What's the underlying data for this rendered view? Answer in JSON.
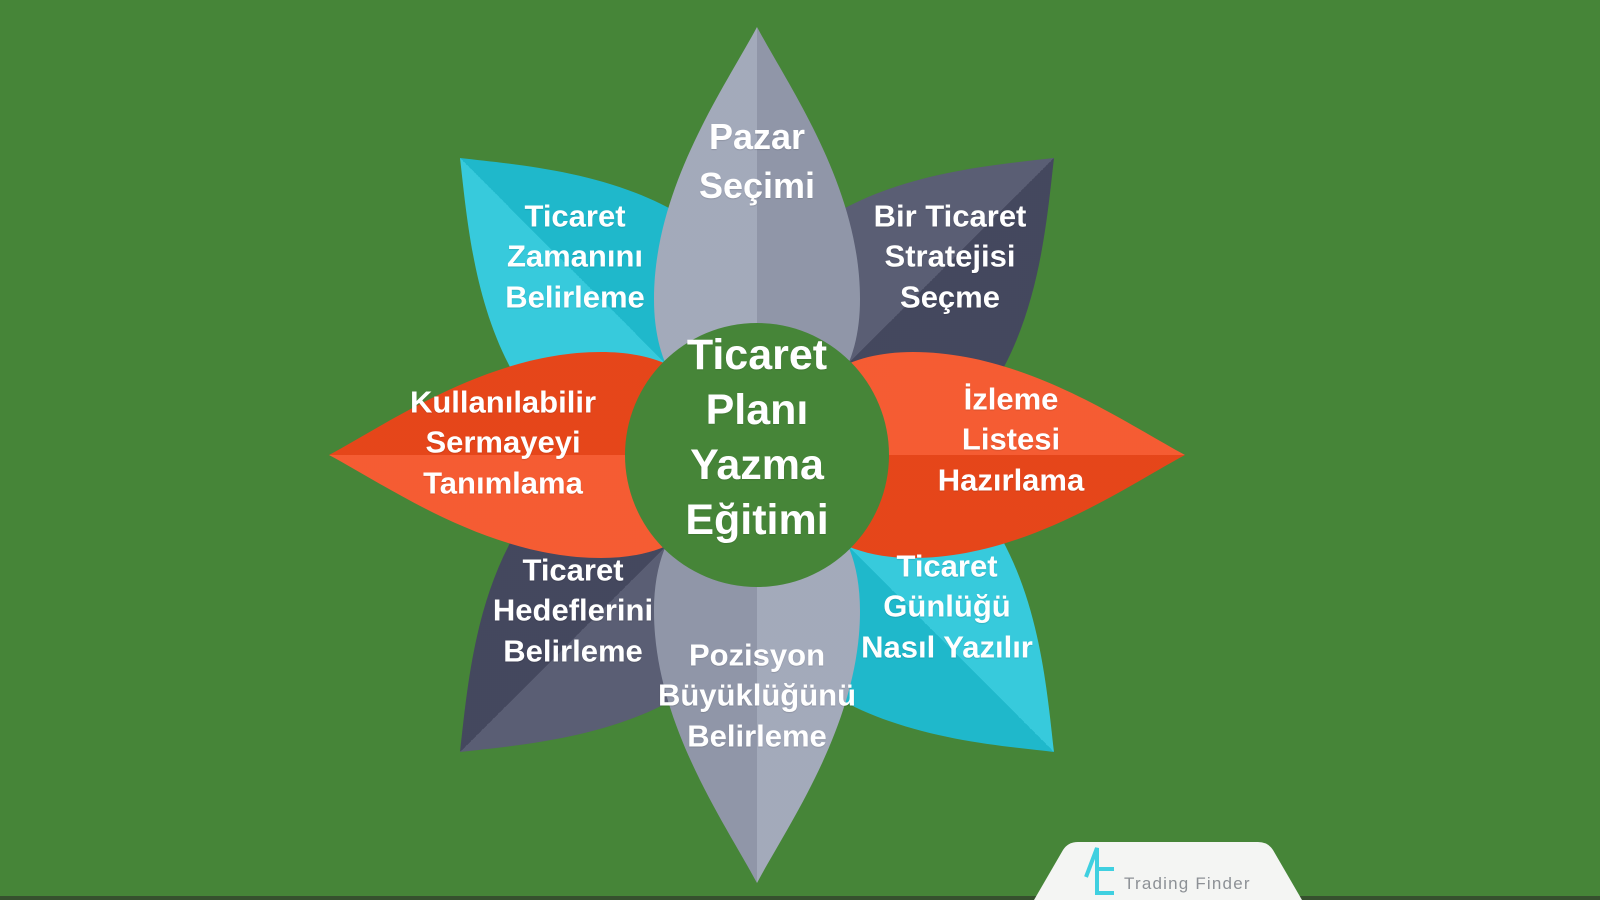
{
  "colors": {
    "background": "#468538",
    "bottom_strip": "#36512E",
    "label_text": "#FFFFFF"
  },
  "center": {
    "label": "Ticaret\nPlanı\nYazma\nEğitimi",
    "circle_color": "#468538"
  },
  "petals": [
    {
      "id": "pazar-secimi",
      "position": "top",
      "label": "Pazar\nSeçimi",
      "color": "#99A0B3"
    },
    {
      "id": "bir-ticaret-stratejisi-secme",
      "position": "top-right",
      "label": "Bir Ticaret\nStratejisi\nSeçme",
      "color": "#484C64"
    },
    {
      "id": "izleme-listesi-hazirlama",
      "position": "right",
      "label": "İzleme\nListesi\nHazırlama",
      "color": "#F44A1C"
    },
    {
      "id": "ticaret-gunlugu-nasil-yazilir",
      "position": "bottom-right",
      "label": "Ticaret\nGünlüğü\nNasıl Yazılır",
      "color": "#21C4D8"
    },
    {
      "id": "pozisyon-buyuklugunu-belirleme",
      "position": "bottom",
      "label": "Pozisyon\nBüyüklüğünü\nBelirleme",
      "color": "#99A0B3"
    },
    {
      "id": "ticaret-hedeflerini-belirleme",
      "position": "bottom-left",
      "label": "Ticaret\nHedeflerini\nBelirleme",
      "color": "#484C64"
    },
    {
      "id": "kullanilabilir-sermayeyi-tanimlama",
      "position": "left",
      "label": "Kullanılabilir\nSermayeyi\nTanımlama",
      "color": "#F44A1C"
    },
    {
      "id": "ticaret-zamanini-belirleme",
      "position": "top-left",
      "label": "Ticaret\nZamanını\nBelirleme",
      "color": "#21C4D8"
    }
  ],
  "logo": {
    "text": "Trading Finder",
    "badge_color": "#F4F5F3",
    "icon_color": "#3FD0E0",
    "text_color": "#8D9196"
  }
}
